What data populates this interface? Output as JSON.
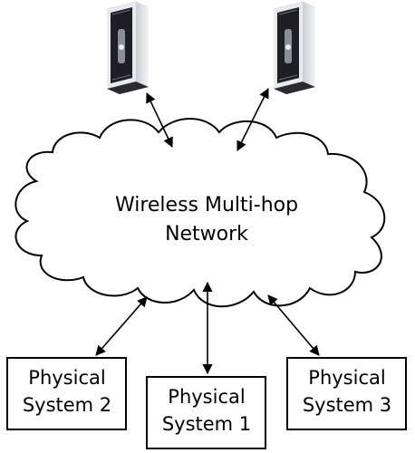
{
  "cloud": {
    "line1": "Wireless Multi-hop",
    "line2": "Network"
  },
  "physical_systems": [
    {
      "line1": "Physical",
      "line2": "System 2"
    },
    {
      "line1": "Physical",
      "line2": "System 1"
    },
    {
      "line1": "Physical",
      "line2": "System 3"
    }
  ],
  "servers": [
    {
      "icon": "server-tower-icon"
    },
    {
      "icon": "server-tower-icon"
    }
  ],
  "colors": {
    "server_light": "#e9ecef",
    "server_dark": "#1f1f24",
    "stroke": "#000000"
  }
}
